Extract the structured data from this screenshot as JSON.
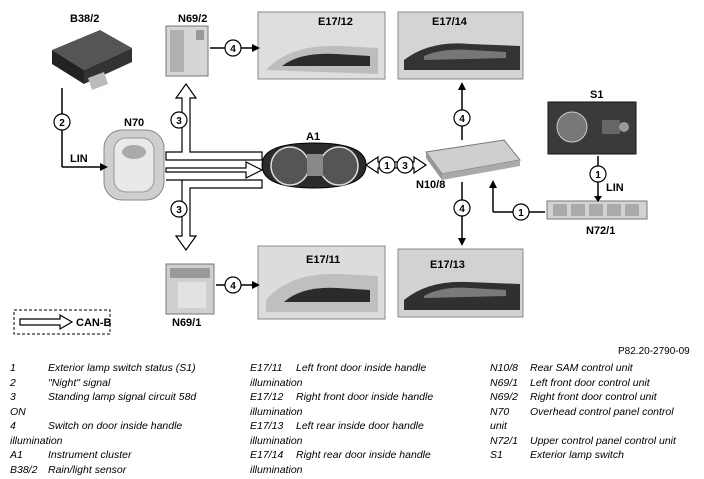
{
  "labels": {
    "b38_2": "B38/2",
    "n69_2": "N69/2",
    "n70": "N70",
    "lin_left": "LIN",
    "a1": "A1",
    "n10_8": "N10/8",
    "s1": "S1",
    "lin_right": "LIN",
    "n72_1": "N72/1",
    "n69_1": "N69/1",
    "e17_12": "E17/12",
    "e17_14": "E17/14",
    "e17_11": "E17/11",
    "e17_13": "E17/13",
    "can_b": "CAN-B",
    "reference": "P82.20-2790-09"
  },
  "signals": {
    "s1": "1",
    "s2": "2",
    "s3": "3",
    "s4": "4"
  },
  "legend_col1": [
    {
      "key": "1",
      "text": "Exterior lamp switch status (S1)"
    },
    {
      "key": "2",
      "text": "\"Night\" signal"
    },
    {
      "key": "3",
      "text": "Standing lamp signal circuit 58d"
    },
    {
      "key": "",
      "text": "ON"
    },
    {
      "key": "4",
      "text": "Switch on door inside handle"
    },
    {
      "key": "",
      "text": "illumination"
    },
    {
      "key": "A1",
      "text": "Instrument cluster"
    },
    {
      "key": "B38/2",
      "text": "Rain/light sensor"
    }
  ],
  "legend_col2": [
    {
      "key": "E17/11",
      "text": "Left front door inside handle"
    },
    {
      "key": "",
      "text": "illumination"
    },
    {
      "key": "E17/12",
      "text": "Right front door inside handle"
    },
    {
      "key": "",
      "text": "illumination"
    },
    {
      "key": "E17/13",
      "text": "Left rear inside door handle"
    },
    {
      "key": "",
      "text": "illumination"
    },
    {
      "key": "E17/14",
      "text": "Right rear door inside handle"
    },
    {
      "key": "",
      "text": "illumination"
    }
  ],
  "legend_col3": [
    {
      "key": "N10/8",
      "text": "Rear SAM control unit"
    },
    {
      "key": "N69/1",
      "text": "Left front door control unit"
    },
    {
      "key": "N69/2",
      "text": "Right front door control unit"
    },
    {
      "key": "N70",
      "text": "Overhead control panel control"
    },
    {
      "key": "",
      "text": "unit"
    },
    {
      "key": "N72/1",
      "text": "Upper control panel control unit"
    },
    {
      "key": "S1",
      "text": "Exterior lamp switch"
    }
  ]
}
